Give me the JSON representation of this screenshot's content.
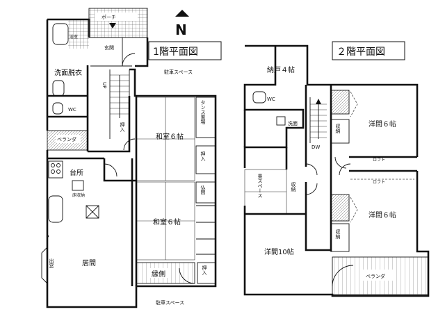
{
  "north_label": "N",
  "floor1": {
    "title": "1階平面図",
    "rooms": {
      "porch": "ポーチ",
      "bath": "浴室",
      "genkan": "玄関",
      "dressing": "洗面脱衣",
      "parking_top": "駐車スペース",
      "wc": "WC",
      "up": "UP",
      "oshiire_stair": "押入",
      "tansu": "タンス置場",
      "washitsu_a": "和室６帖",
      "veranda": "ベランダ",
      "oshiire_a": "押入",
      "kitchen": "台所",
      "underfloor": "床収納",
      "butsuma": "仏間",
      "washitsu_b": "和室６帖",
      "living": "居間",
      "bay": "出窓",
      "engawa": "縁側",
      "oshiire_b": "押入",
      "parking_bottom": "駐車スペース"
    }
  },
  "floor2": {
    "title": "２階平面図",
    "rooms": {
      "nando": "納戸４帖",
      "wc": "WC",
      "washbasin": "洗面",
      "dw": "DW",
      "storage_a": "収納",
      "youma_a": "洋間６帖",
      "loft_a": "ロフト",
      "loft_b": "ロフト",
      "tatami": "畳スペース",
      "storage_b": "収納",
      "youma_b": "洋間６帖",
      "storage_c": "収納",
      "youma_c": "洋間10帖",
      "veranda": "ベランダ"
    }
  }
}
